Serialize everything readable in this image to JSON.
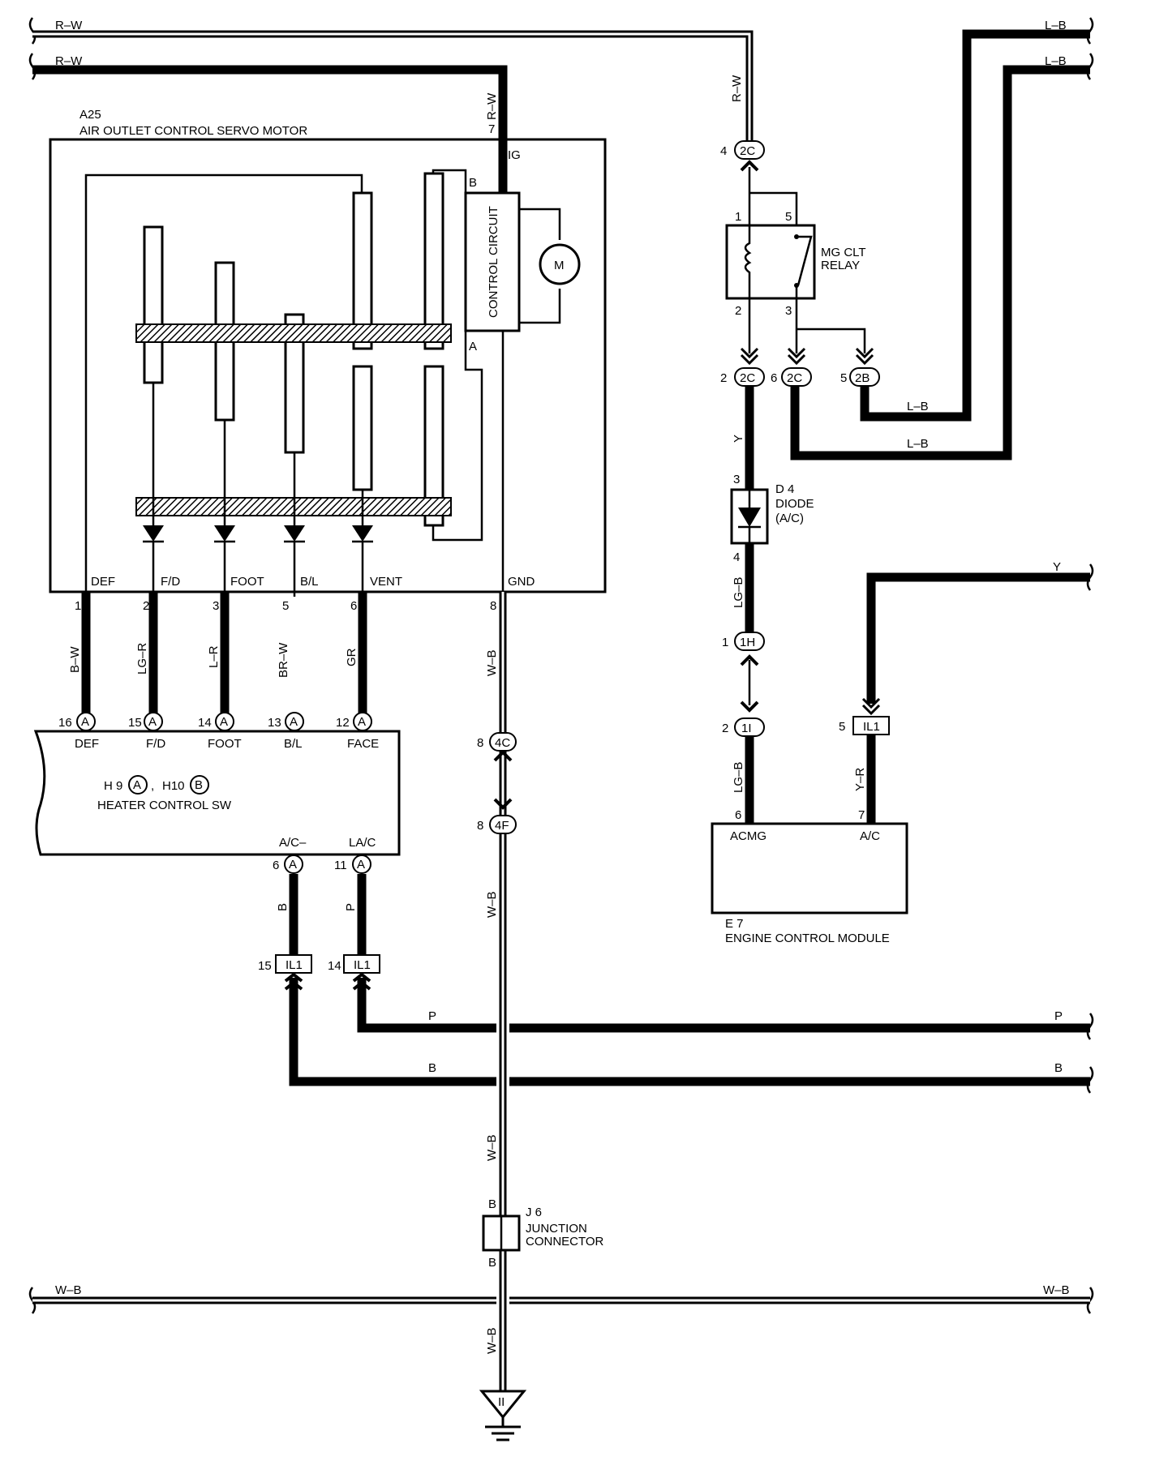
{
  "wires": {
    "rw_top_left": "R–W",
    "rw_second_left": "R–W",
    "lb_top_right": "L–B",
    "lb_second_right": "L–B",
    "rw_vertical_a25": "R–W",
    "rw_vertical_relay": "R–W",
    "lb_relay_a": "L–B",
    "lb_relay_b": "L–B",
    "y_relay_down": "Y",
    "lgb_diode_down": "LG–B",
    "lgb_ecm": "LG–B",
    "y_right": "Y",
    "yr_ecm": "Y–R",
    "bw": "B–W",
    "lgr": "LG–R",
    "lr": "L–R",
    "brw": "BR–W",
    "gr": "GR",
    "wb_1": "W–B",
    "wb_2": "W–B",
    "wb_3": "W–B",
    "wb_4": "W–B",
    "b_acminus": "B",
    "p_lac": "P",
    "p_bus_left": "P",
    "p_bus_right": "P",
    "b_bus_left": "B",
    "b_bus_right": "B",
    "wb_bus_left": "W–B",
    "wb_bus_right": "W–B"
  },
  "a25": {
    "code": "A25",
    "name": "AIR OUTLET CONTROL SERVO MOTOR",
    "pin_ig_num": "7",
    "pin_ig": "IG",
    "control_circuit": "CONTROL CIRCUIT",
    "motor": "M",
    "label_b": "B",
    "label_a": "A",
    "terminals": [
      {
        "num": "1",
        "name": "DEF"
      },
      {
        "num": "2",
        "name": "F/D"
      },
      {
        "num": "3",
        "name": "FOOT"
      },
      {
        "num": "5",
        "name": "B/L"
      },
      {
        "num": "6",
        "name": "VENT"
      },
      {
        "num": "8",
        "name": "GND"
      }
    ]
  },
  "heater_sw": {
    "name": "HEATER CONTROL SW",
    "h9": "H 9",
    "h9_conn": "A",
    "sep": ",",
    "h10": "H10",
    "h10_conn": "B",
    "terminals_top": [
      {
        "num": "16",
        "conn": "A",
        "name": "DEF"
      },
      {
        "num": "15",
        "conn": "A",
        "name": "F/D"
      },
      {
        "num": "14",
        "conn": "A",
        "name": "FOOT"
      },
      {
        "num": "13",
        "conn": "A",
        "name": "B/L"
      },
      {
        "num": "12",
        "conn": "A",
        "name": "FACE"
      }
    ],
    "terminals_bottom": [
      {
        "num": "6",
        "conn": "A",
        "name": "A/C–"
      },
      {
        "num": "11",
        "conn": "A",
        "name": "LA/C"
      }
    ]
  },
  "relay": {
    "name_line1": "MG CLT",
    "name_line2": "RELAY",
    "pin1": "1",
    "pin5": "5",
    "pin2": "2",
    "pin3": "3"
  },
  "connectors": {
    "c2c_top": {
      "num": "4",
      "id": "2C"
    },
    "c2c_left": {
      "num": "2",
      "id": "2C"
    },
    "c2c_mid": {
      "num": "6",
      "id": "2C"
    },
    "c2b": {
      "num": "5",
      "id": "2B"
    },
    "c1h": {
      "num": "1",
      "id": "1H"
    },
    "c1i": {
      "num": "2",
      "id": "1I"
    },
    "cil1_ecm": {
      "num": "5",
      "id": "IL1"
    },
    "c4c": {
      "num": "8",
      "id": "4C"
    },
    "c4f": {
      "num": "8",
      "id": "4F"
    },
    "cil1_a": {
      "num": "15",
      "id": "IL1"
    },
    "cil1_b": {
      "num": "14",
      "id": "IL1"
    }
  },
  "diode": {
    "code": "D 4",
    "name_line1": "DIODE",
    "name_line2": "(A/C)",
    "pin_top": "3",
    "pin_bottom": "4"
  },
  "ecm": {
    "code": "E 7",
    "name": "ENGINE CONTROL MODULE",
    "pin_acmg_num": "6",
    "pin_acmg": "ACMG",
    "pin_ac_num": "7",
    "pin_ac": "A/C"
  },
  "junction": {
    "code": "J 6",
    "name_line1": "JUNCTION",
    "name_line2": "CONNECTOR",
    "top_b": "B",
    "bottom_b": "B"
  },
  "ground": {
    "label": "II"
  }
}
